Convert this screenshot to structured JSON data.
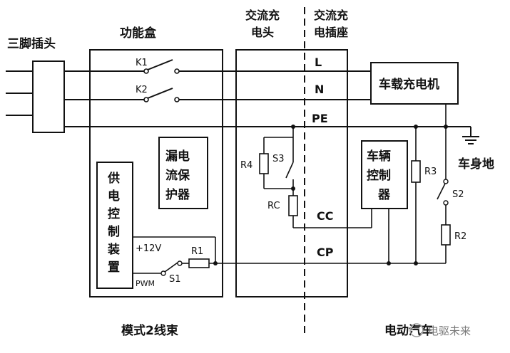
{
  "labels": {
    "plug": "三脚插头",
    "function_box": "功能盒",
    "ac_head": [
      "交流充",
      "电头"
    ],
    "ac_socket": [
      "交流充",
      "电插座"
    ],
    "line_L": "L",
    "line_N": "N",
    "line_PE": "PE",
    "line_CC": "CC",
    "line_CP": "CP",
    "k1": "K1",
    "k2": "K2",
    "charger": "车载充电机",
    "body_ground": "车身地",
    "leakage": [
      "漏电",
      "流保",
      "护器"
    ],
    "supply_ctrl": [
      "供",
      "电",
      "控",
      "制",
      "装",
      "置"
    ],
    "v12": "+12V",
    "pwm": "PWM",
    "s1": "S1",
    "r1": "R1",
    "r4": "R4",
    "s3": "S3",
    "rc": "RC",
    "vehicle_ctrl": [
      "车辆",
      "控制",
      "器"
    ],
    "r3": "R3",
    "s2": "S2",
    "r2": "R2",
    "mode_cable": "模式2线束",
    "ev": "电动汽车",
    "watermark": "电驱未来"
  },
  "colors": {
    "line": "#111111",
    "watermark": "#9a9a9a"
  }
}
